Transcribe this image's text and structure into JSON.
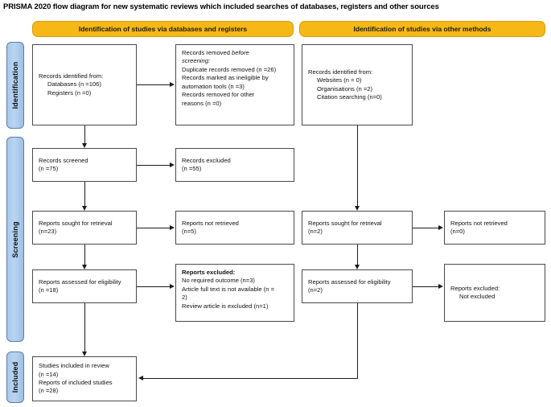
{
  "diagram": {
    "title": "PRISMA 2020 flow diagram for new systematic reviews which included searches of databases, registers and other sources",
    "headers": {
      "left": "Identification of studies via databases and registers",
      "right": "Identification of studies via other methods"
    },
    "phases": [
      {
        "label": "Identification"
      },
      {
        "label": "Screening"
      },
      {
        "label": "Included"
      }
    ],
    "boxes": {
      "records_identified": {
        "line1": "Records identified from:",
        "line2": "Databases (n =106)",
        "line3": "Registers (n =0)"
      },
      "records_removed": {
        "line1a": "Records removed ",
        "line1b": "before",
        "line2": "screening:",
        "line3": "Duplicate records removed (n =26)",
        "line4": "Records marked as ineligible by",
        "line5": "automation tools (n =3)",
        "line6": "Records removed for other",
        "line7": "reasons (n =0)"
      },
      "records_identified_other": {
        "line1": "Records identified from:",
        "line2": "Websites (n = 0)",
        "line3": "Organisations (n =2)",
        "line4": "Citation searching (n=0)"
      },
      "records_screened": {
        "line1": "Records screened",
        "line2": "(n =75)"
      },
      "records_excluded": {
        "line1": "Records excluded",
        "line2": "(n =55)"
      },
      "reports_sought": {
        "line1": "Reports sought for retrieval",
        "line2": "(n=23)"
      },
      "reports_not_retrieved": {
        "line1": "Reports not retrieved",
        "line2": "(n=5)"
      },
      "reports_assessed": {
        "line1": "Reports assessed for eligibility",
        "line2": "(n =18)"
      },
      "reports_excluded": {
        "line1": "Reports excluded:",
        "line2": "No required outcome (n=3)",
        "line3": "Article full text is not available (n =",
        "line4": "2)",
        "line5": "Review article is excluded (n=1)"
      },
      "reports_sought_other": {
        "line1": "Reports sought for retrieval",
        "line2": "(n=2)"
      },
      "reports_not_retrieved_other": {
        "line1": "Reports not retrieved",
        "line2": "(n=0)"
      },
      "reports_assessed_other": {
        "line1": "Reports assessed for eligibility",
        "line2": "(n=2)"
      },
      "reports_excluded_other": {
        "line1": "Reports excluded:",
        "line2": "Not excluded"
      },
      "studies_included": {
        "line1": "Studies included in review",
        "line2": "(n =14)",
        "line3": "Reports of included studies",
        "line4": "(n =28)"
      }
    },
    "colors": {
      "header_fill": "#F6B816",
      "phase_fill": "#B0CCEC",
      "box_border": "#4a4a4a",
      "connector": "#1b1b1b"
    }
  }
}
